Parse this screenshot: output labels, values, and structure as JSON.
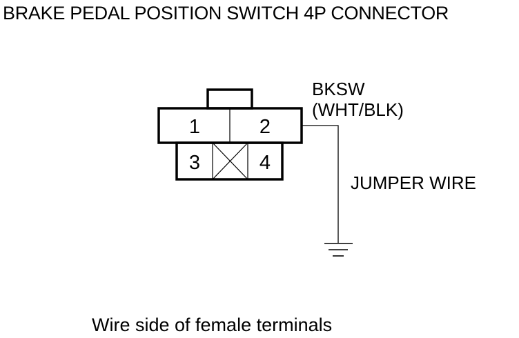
{
  "title": "BRAKE PEDAL POSITION SWITCH 4P CONNECTOR",
  "connector": {
    "terminals": [
      {
        "id": "t1",
        "label": "1"
      },
      {
        "id": "t2",
        "label": "2"
      },
      {
        "id": "t3",
        "label": "3"
      },
      {
        "id": "t4",
        "label": "4"
      }
    ],
    "empty_cavity": "unused-cavity-x"
  },
  "signal": {
    "name": "BKSW",
    "color": "(WHT/BLK)"
  },
  "jumper": {
    "label": "JUMPER WIRE",
    "terminal_to_ground": "2"
  },
  "caption": "Wire side of female terminals",
  "colors": {
    "ink": "#000000",
    "background": "#ffffff"
  }
}
